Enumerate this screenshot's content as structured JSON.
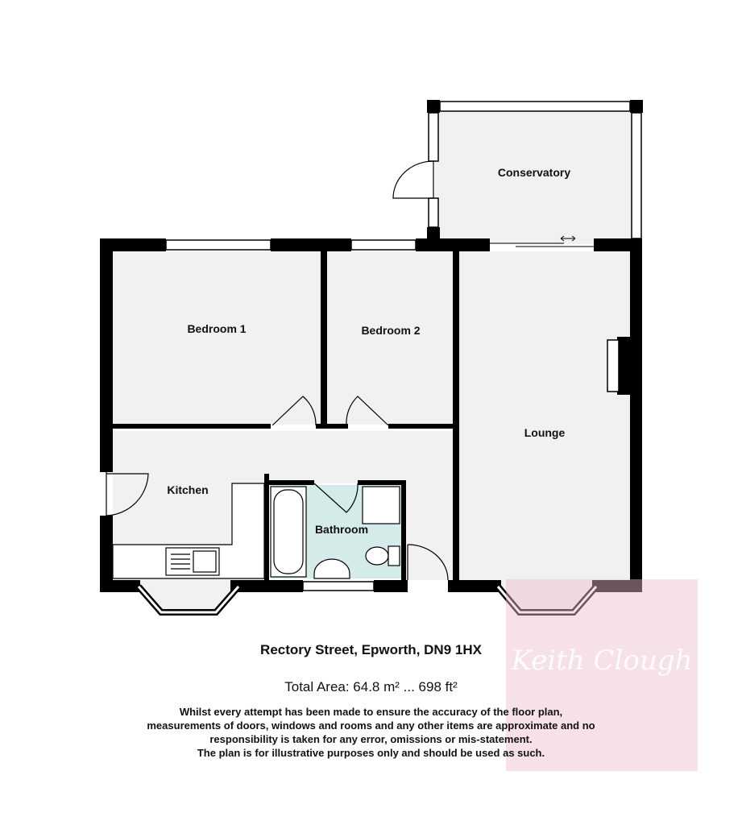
{
  "rooms": {
    "conservatory": "Conservatory",
    "bedroom1": "Bedroom 1",
    "bedroom2": "Bedroom 2",
    "lounge": "Lounge",
    "kitchen": "Kitchen",
    "bathroom": "Bathroom"
  },
  "address": "Rectory Street, Epworth, DN9 1HX",
  "total_area": "Total Area: 64.8 m² ... 698 ft²",
  "disclaimer": [
    "Whilst every attempt has been made to ensure the accuracy of the floor plan,",
    "measurements of doors, windows and rooms and any other items are approximate and no",
    "responsibility is taken for any error, omissions or mis-statement.",
    "The plan is for illustrative purposes only and should be used as such."
  ],
  "watermark": "Keith Clough",
  "colors": {
    "room_fill": "#f1f1f1",
    "bathroom_fill": "#d4ebea",
    "wall": "#000000",
    "watermark": "#f0c9cf"
  }
}
